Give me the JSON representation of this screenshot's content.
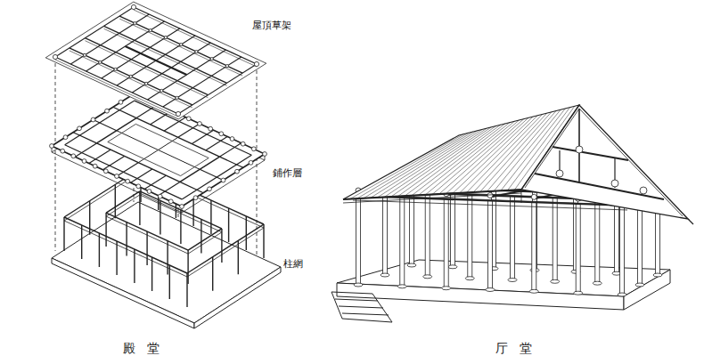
{
  "diagram": {
    "labels": [
      "屋頂草架",
      "鋪作層",
      "柱網",
      "殿堂",
      "厅堂"
    ]
  }
}
